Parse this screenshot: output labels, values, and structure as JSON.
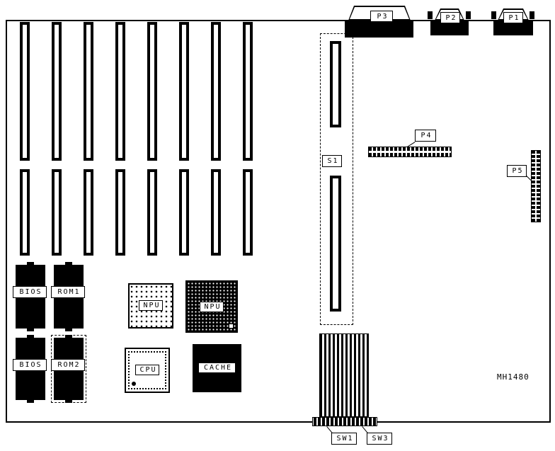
{
  "diagram": {
    "part_number": "MH1480",
    "chips": {
      "bios_top": "BIOS",
      "rom1": "ROM1",
      "bios_bottom": "BIOS",
      "rom2": "ROM2",
      "npu_left": "NPU",
      "npu_right": "NPU",
      "cpu": "CPU",
      "cache": "CACHE"
    },
    "connectors": {
      "p1": "P1",
      "p2": "P2",
      "p3": "P3",
      "p4": "P4",
      "p5": "P5",
      "s1": "S1",
      "sw1": "SW1",
      "sw3": "SW3"
    }
  }
}
